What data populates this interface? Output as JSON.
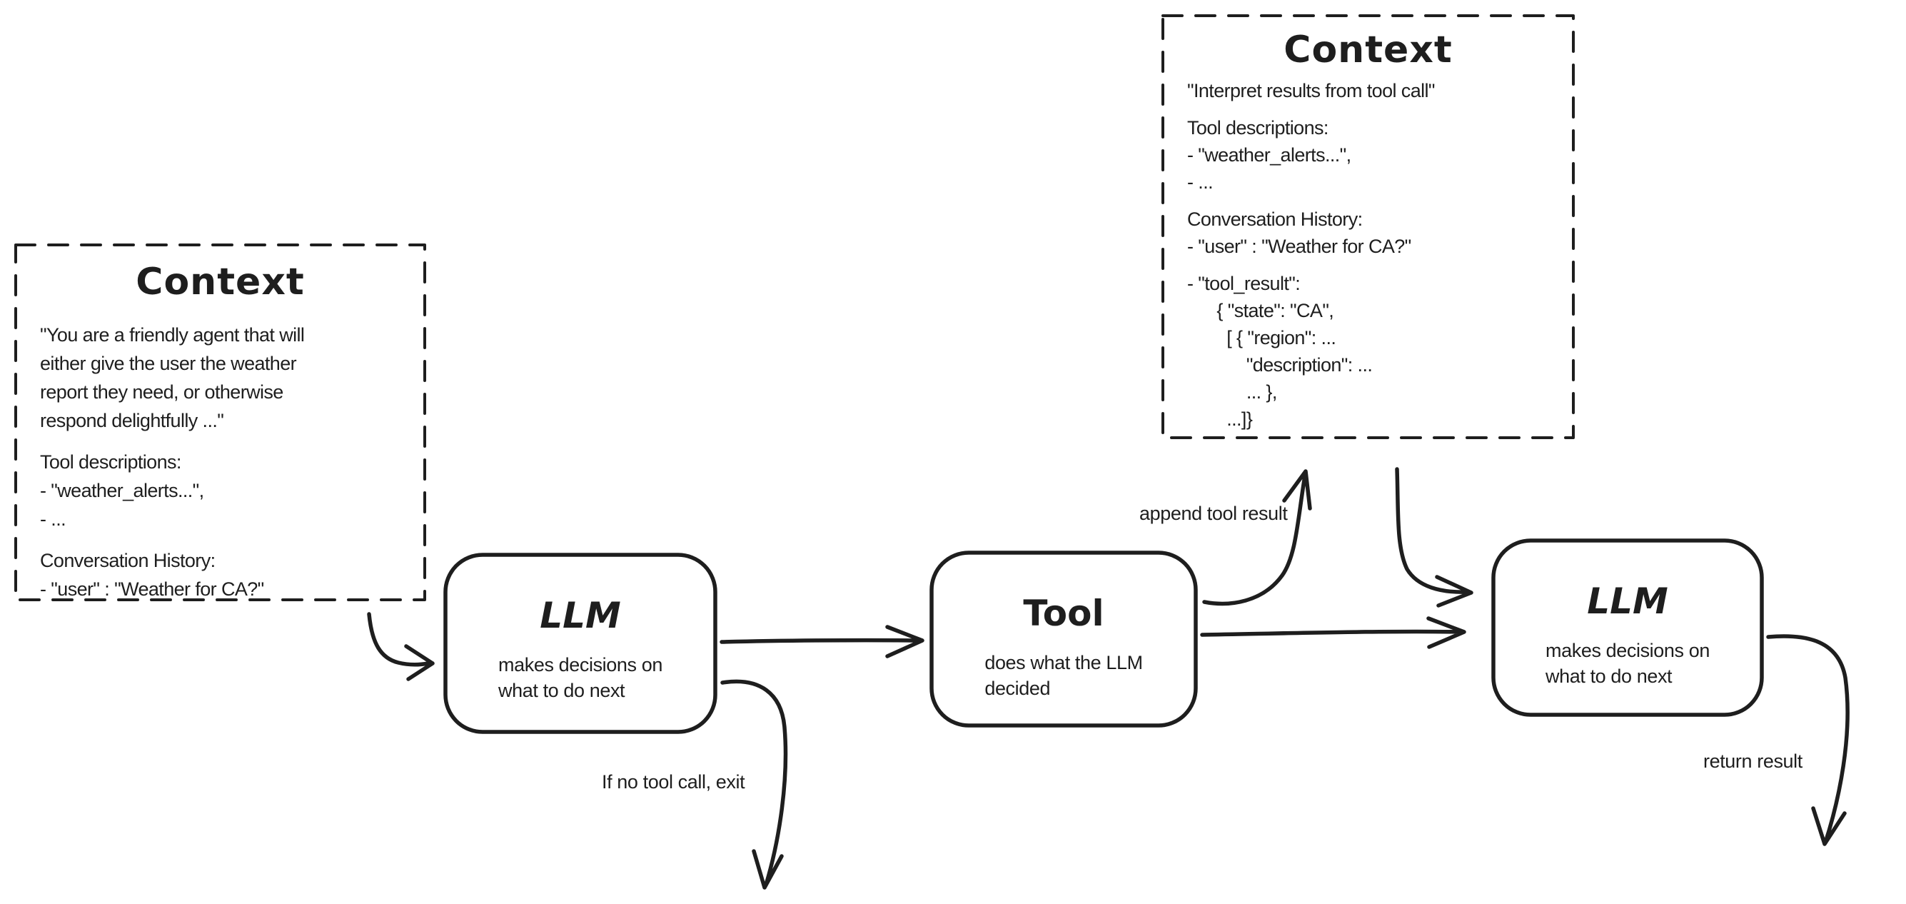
{
  "canvas": {
    "background_color": "#ffffff",
    "ink_color": "#1e1e1e"
  },
  "context_left": {
    "title": "Context",
    "paragraphs": [
      [
        "\"You are a friendly agent that will",
        "either give the user the weather",
        "report they need, or otherwise",
        "respond delightfully ...\""
      ],
      [
        "Tool descriptions:",
        "- \"weather_alerts...\",",
        "- ..."
      ],
      [
        "Conversation History:",
        "- \"user\" : \"Weather for CA?\""
      ]
    ]
  },
  "context_top": {
    "title": "Context",
    "paragraphs": [
      [
        "\"Interpret results from tool call\""
      ],
      [
        "Tool descriptions:",
        "- \"weather_alerts...\",",
        "- ..."
      ],
      [
        "Conversation History:",
        "- \"user\" : \"Weather for CA?\""
      ],
      [
        "- \"tool_result\":",
        "      { \"state\": \"CA\",",
        "        [ { \"region\": ...",
        "            \"description\": ...",
        "            ... },",
        "        ...]}"
      ]
    ]
  },
  "nodes": {
    "llm1": {
      "title": "LLM",
      "subtitle": "makes decisions on\nwhat to do next"
    },
    "tool": {
      "title": "Tool",
      "subtitle": "does what the LLM\ndecided"
    },
    "llm2": {
      "title": "LLM",
      "subtitle": "makes decisions on\nwhat to do next"
    }
  },
  "labels": {
    "append_tool_result": "append tool result",
    "if_no_tool_call": "If no tool call, exit",
    "return_result": "return result"
  }
}
